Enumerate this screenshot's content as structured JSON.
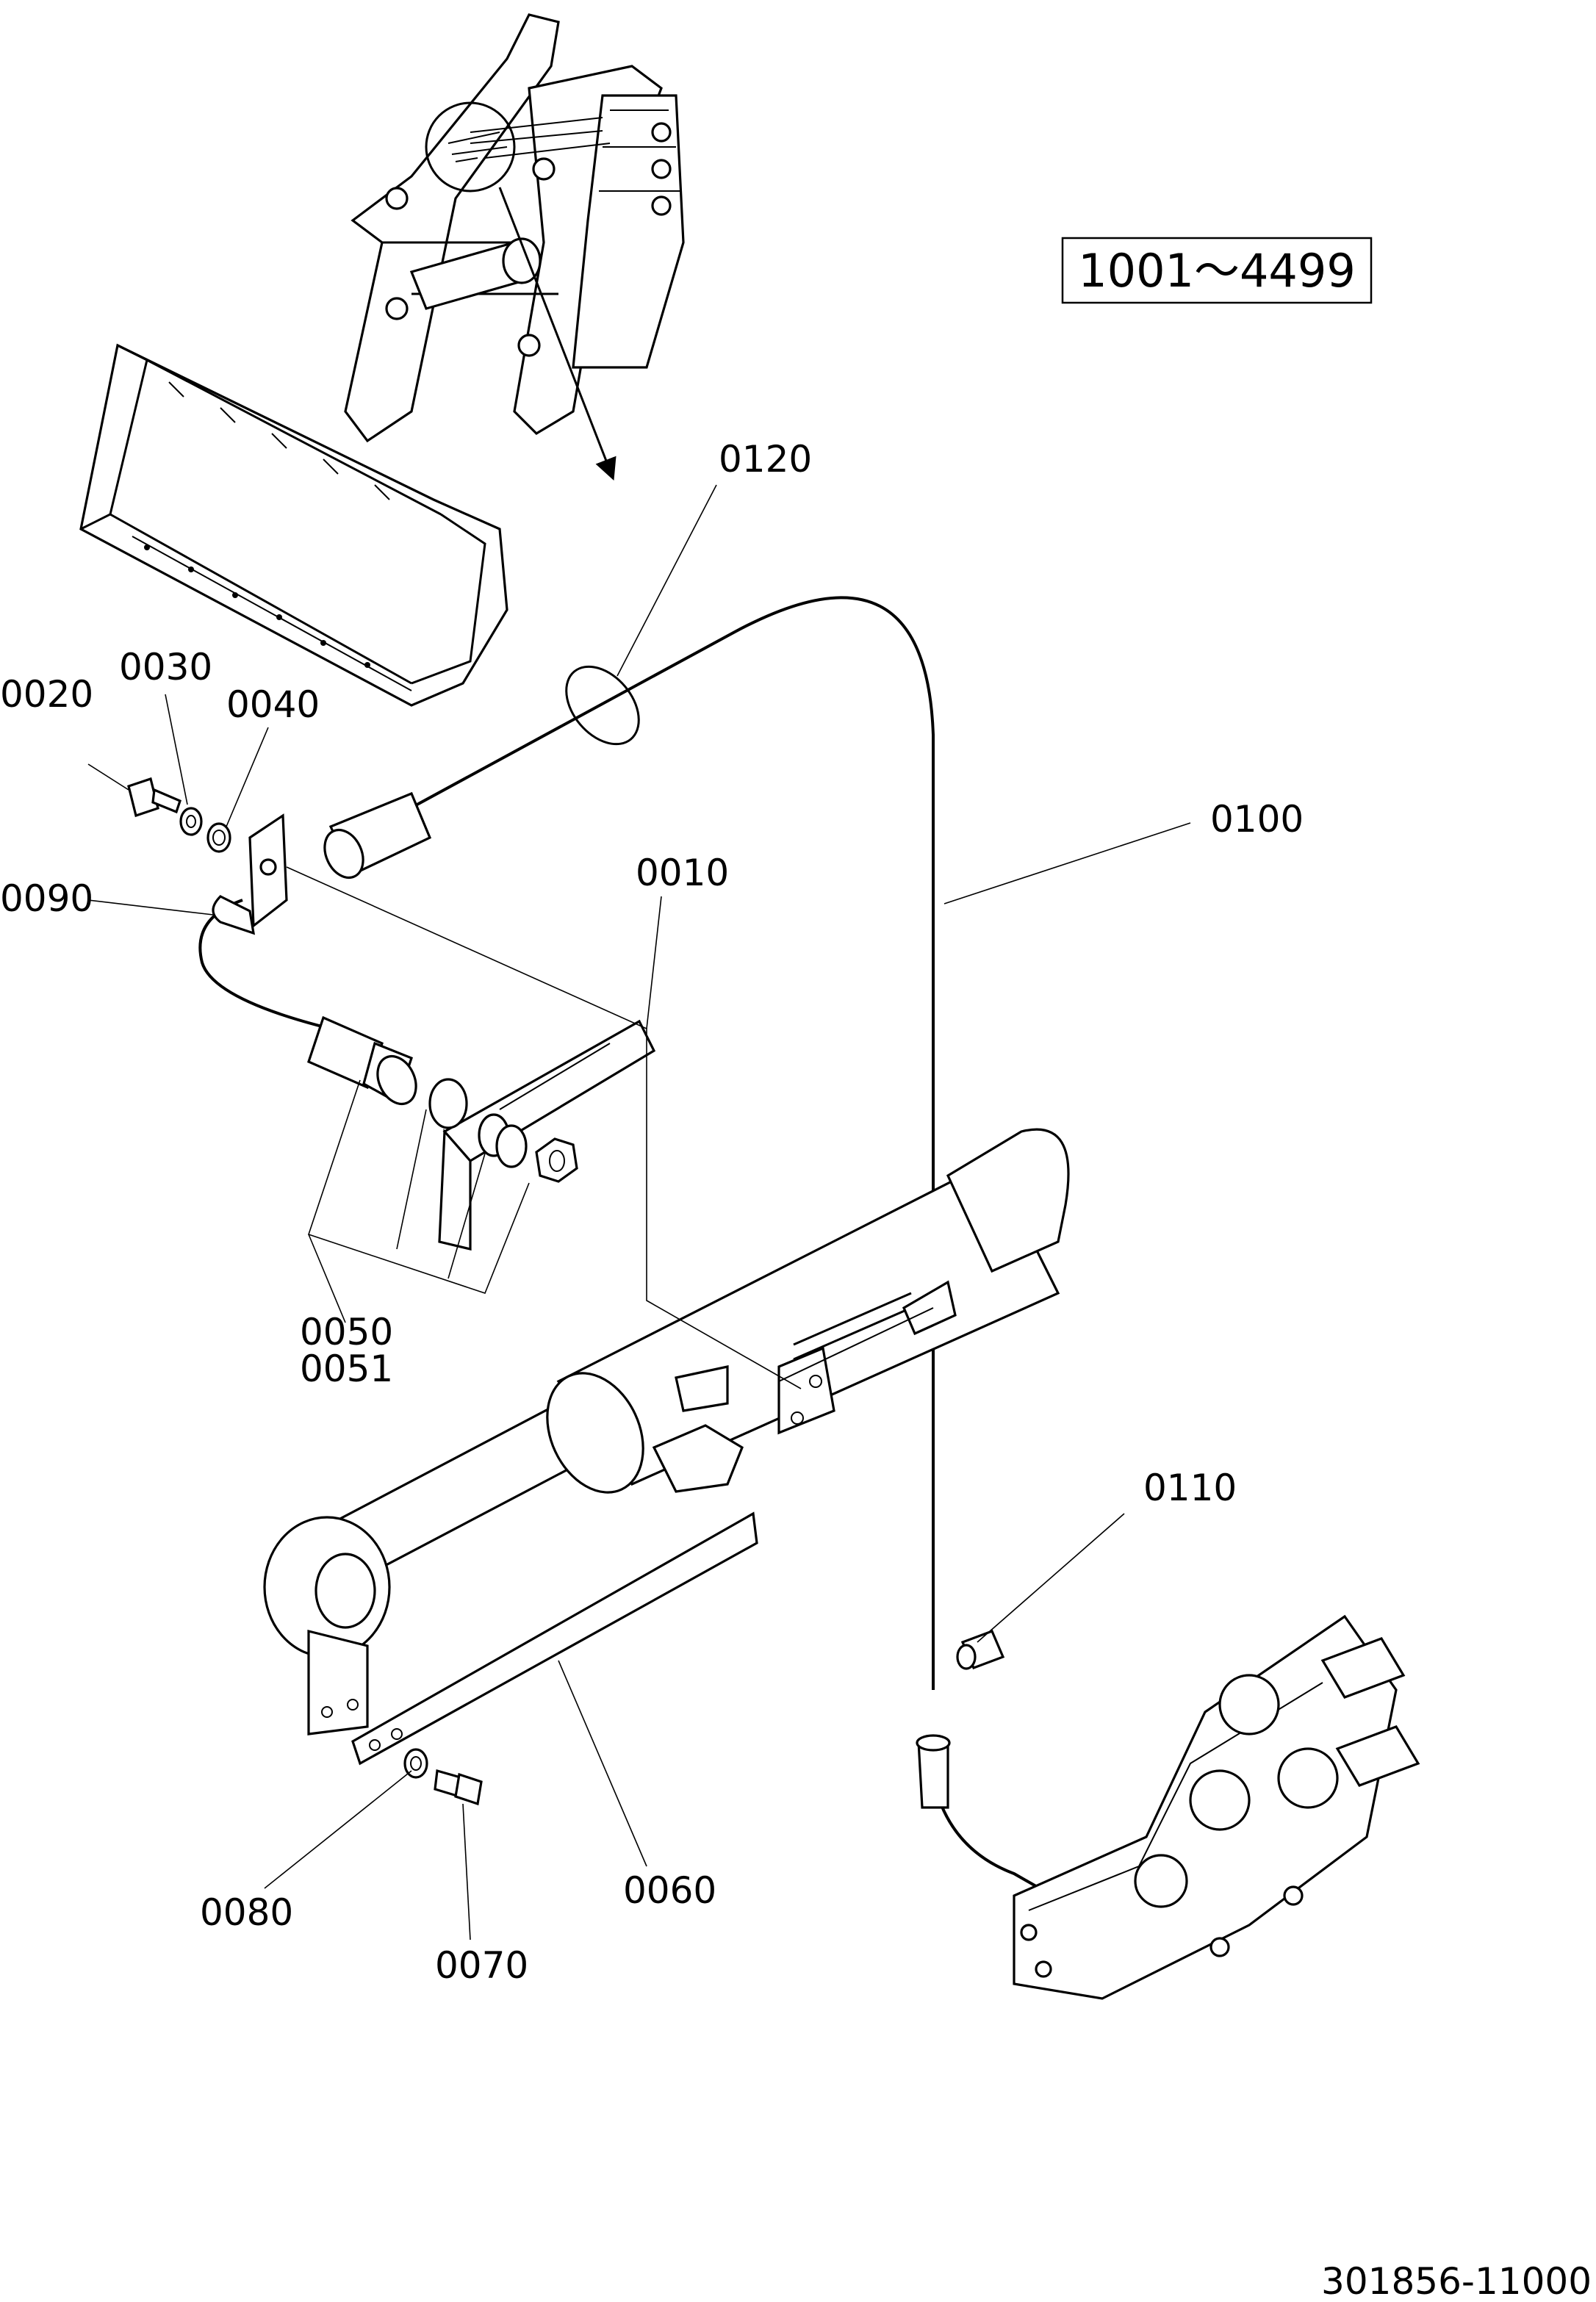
{
  "serial_range": "1001～4499",
  "drawing_number": "301856-11000",
  "callouts": {
    "p0010": "0010",
    "p0020": "0020",
    "p0030": "0030",
    "p0040": "0040",
    "p0050": "0050",
    "p0051": "0051",
    "p0060": "0060",
    "p0070": "0070",
    "p0080": "0080",
    "p0090": "0090",
    "p0100": "0100",
    "p0110": "0110",
    "p0120": "0120"
  }
}
